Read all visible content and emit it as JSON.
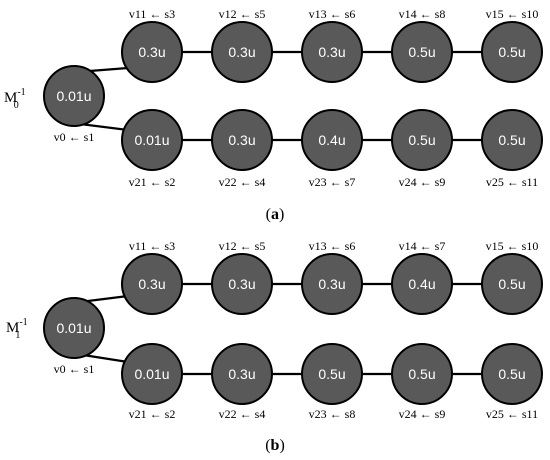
{
  "panels": [
    {
      "matrix_label": {
        "base": "M",
        "sub": "0",
        "sup": "-1"
      },
      "caption": {
        "open": "(",
        "letter": "a",
        "close": ")"
      },
      "root": {
        "value": "0.01u",
        "label": "v0 ← s1"
      },
      "top_row": [
        {
          "value": "0.3u",
          "label": "v11 ← s3"
        },
        {
          "value": "0.3u",
          "label": "v12 ← s5"
        },
        {
          "value": "0.3u",
          "label": "v13 ← s6"
        },
        {
          "value": "0.5u",
          "label": "v14 ← s8"
        },
        {
          "value": "0.5u",
          "label": "v15 ← s10"
        }
      ],
      "bottom_row": [
        {
          "value": "0.01u",
          "label": "v21 ← s2"
        },
        {
          "value": "0.3u",
          "label": "v22 ← s4"
        },
        {
          "value": "0.4u",
          "label": "v23 ← s7"
        },
        {
          "value": "0.5u",
          "label": "v24 ← s9"
        },
        {
          "value": "0.5u",
          "label": "v25 ← s11"
        }
      ]
    },
    {
      "matrix_label": {
        "base": "M",
        "sub": "1",
        "sup": "-1"
      },
      "caption": {
        "open": "(",
        "letter": "b",
        "close": ")"
      },
      "root": {
        "value": "0.01u",
        "label": "v0 ← s1"
      },
      "top_row": [
        {
          "value": "0.3u",
          "label": "v11 ← s3"
        },
        {
          "value": "0.3u",
          "label": "v12 ← s5"
        },
        {
          "value": "0.3u",
          "label": "v13 ← s6"
        },
        {
          "value": "0.4u",
          "label": "v14 ← s7"
        },
        {
          "value": "0.5u",
          "label": "v15 ← s10"
        }
      ],
      "bottom_row": [
        {
          "value": "0.01u",
          "label": "v21 ← s2"
        },
        {
          "value": "0.3u",
          "label": "v22 ← s4"
        },
        {
          "value": "0.5u",
          "label": "v23 ← s8"
        },
        {
          "value": "0.5u",
          "label": "v24 ← s9"
        },
        {
          "value": "0.5u",
          "label": "v25 ← s11"
        }
      ]
    }
  ]
}
